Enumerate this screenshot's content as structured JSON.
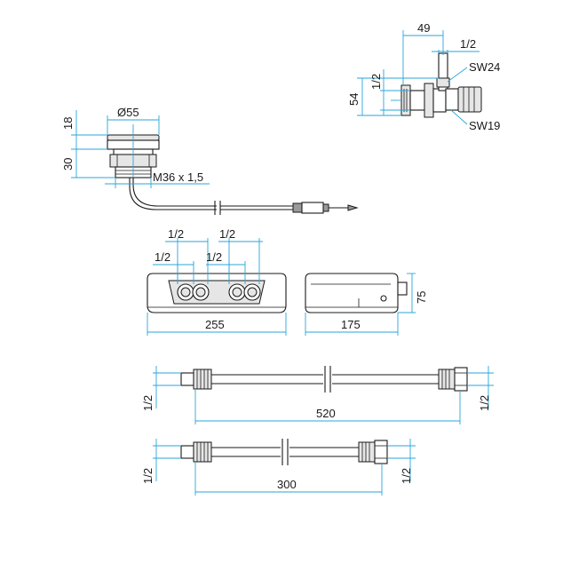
{
  "labels": {
    "valve_width": "49",
    "valve_thread": "1/2",
    "valve_sw24": "SW24",
    "valve_sw19": "SW19",
    "valve_height": "54",
    "valve_inlet": "1/2",
    "button_diameter": "Ø55",
    "button_cap_height": "18",
    "button_body_height": "30",
    "button_thread": "M36 x 1,5",
    "box_upper_left": "1/2",
    "box_upper_right": "1/2",
    "box_lower_left": "1/2",
    "box_lower_right": "1/2",
    "box_length": "255",
    "box_depth": "175",
    "box_height": "75",
    "hose_long_length": "520",
    "hose_long_left": "1/2",
    "hose_long_right": "1/2",
    "hose_short_length": "300",
    "hose_short_left": "1/2",
    "hose_short_right": "1/2"
  }
}
